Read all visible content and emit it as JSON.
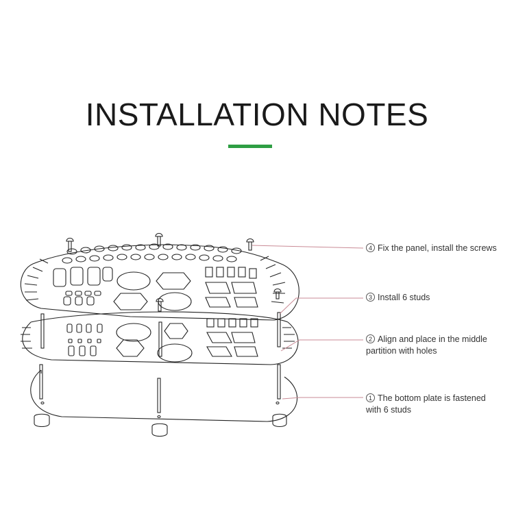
{
  "title": "INSTALLATION NOTES",
  "accent_color": "#2e9e43",
  "leader_color": "#c98a95",
  "steps": [
    {
      "num": "4",
      "text": "Fix the panel, install the screws"
    },
    {
      "num": "3",
      "text": "Install 6 studs"
    },
    {
      "num": "2",
      "text": "Align and place in the middle partition with holes"
    },
    {
      "num": "1",
      "text": "The bottom plate is fastened with 6 studs"
    }
  ]
}
